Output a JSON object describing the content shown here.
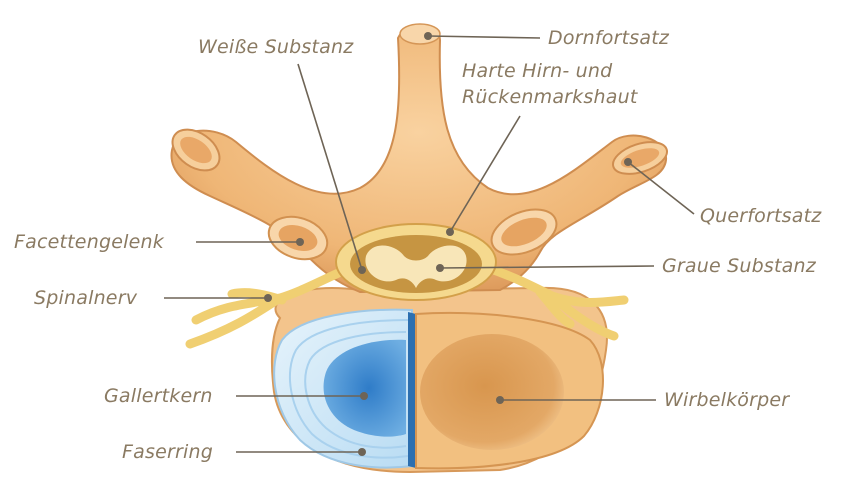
{
  "colors": {
    "label": "#8a7a62",
    "leader": "#6e6456",
    "bone": "#f0b87a",
    "bone_dark": "#d49052",
    "bone_light": "#f8d3a2",
    "nerve": "#f2d27a",
    "cord_outer": "#f6dda0",
    "cord_grey": "#c99a48",
    "disc_ring": "#cfe6f6",
    "disc_core": "#3f8bd0",
    "body_inner": "#dda05a"
  },
  "labels": {
    "dornfortsatz": "Dornfortsatz",
    "weisse_substanz": "Weiße Substanz",
    "harte_haut_line1": "Harte Hirn- und",
    "harte_haut_line2": "Rückenmarkshaut",
    "querfortsatz": "Querfortsatz",
    "facettengelenk": "Facettengelenk",
    "graue_substanz": "Graue Substanz",
    "spinalnerv": "Spinalnerv",
    "gallertkern": "Gallertkern",
    "wirbelkoerper": "Wirbelkörper",
    "faserring": "Faserring"
  }
}
